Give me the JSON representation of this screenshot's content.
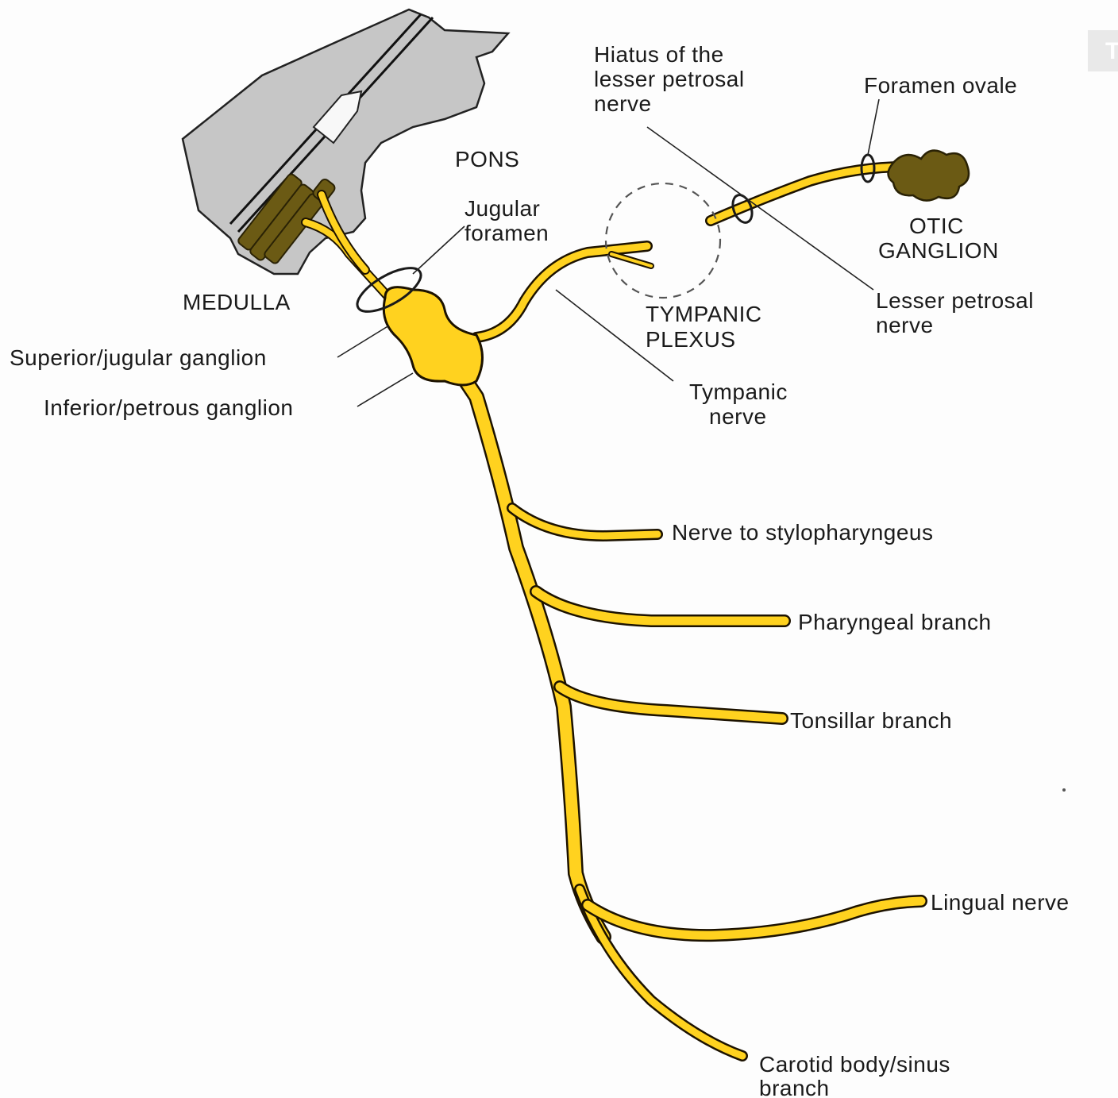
{
  "colors": {
    "nerve_fill": "#ffd21f",
    "nerve_outline": "#1c1200",
    "brainstem": "#c6c6c6",
    "rootlets": "#6b5a14",
    "otic_ganglion": "#6b5a14"
  },
  "corner_mark": "T",
  "labels": {
    "pons": "PONS",
    "medulla": "MEDULLA",
    "jugular_foramen": [
      "Jugular",
      "foramen"
    ],
    "superior_ganglion": "Superior/jugular ganglion",
    "inferior_ganglion": "Inferior/petrous ganglion",
    "hiatus": [
      "Hiatus of the",
      "lesser petrosal",
      "nerve"
    ],
    "foramen_ovale": "Foramen ovale",
    "otic_ganglion": [
      "OTIC",
      "GANGLION"
    ],
    "lesser_petrosal": [
      "Lesser petrosal",
      "nerve"
    ],
    "tympanic_plexus": [
      "TYMPANIC",
      "PLEXUS"
    ],
    "tympanic_nerve": [
      "Tympanic",
      "nerve"
    ],
    "stylopharyngeus": "Nerve to stylopharyngeus",
    "pharyngeal": "Pharyngeal branch",
    "tonsillar": "Tonsillar branch",
    "lingual": "Lingual nerve",
    "carotid": [
      "Carotid body/sinus",
      "branch"
    ]
  }
}
